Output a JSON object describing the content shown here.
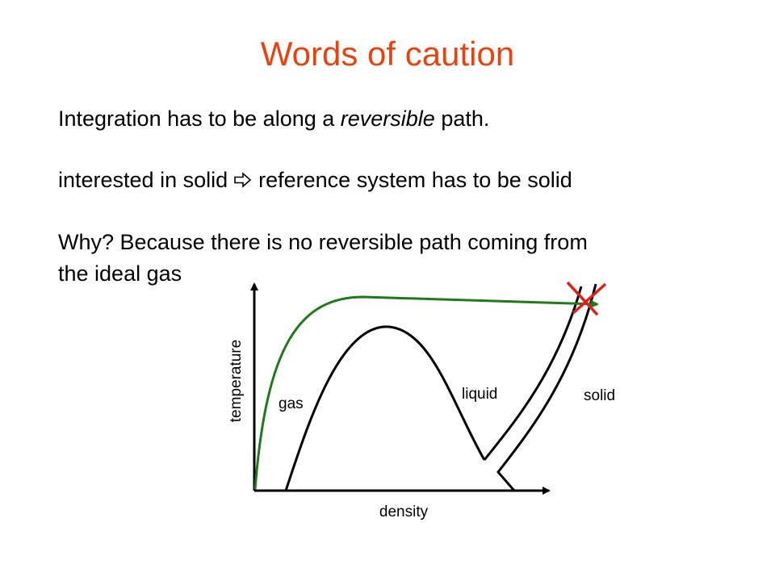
{
  "slide": {
    "title": "Words of caution",
    "line1": {
      "before": "Integration has to be along a ",
      "italic": "reversible",
      "after": " path."
    },
    "line2": {
      "before": "interested in solid",
      "after": "reference system has to be solid",
      "arrow_icon": "outline-right-arrow-icon"
    },
    "line3": "Why? Because there is no reversible path coming from",
    "line4": "the ideal gas"
  },
  "diagram": {
    "x_label": "density",
    "y_label": "temperature",
    "region_labels": {
      "gas": "gas",
      "liquid": "liquid",
      "solid": "solid"
    },
    "colors": {
      "path": "#1f7a1a",
      "cross": "#e0201b",
      "curves": "#000000"
    }
  }
}
